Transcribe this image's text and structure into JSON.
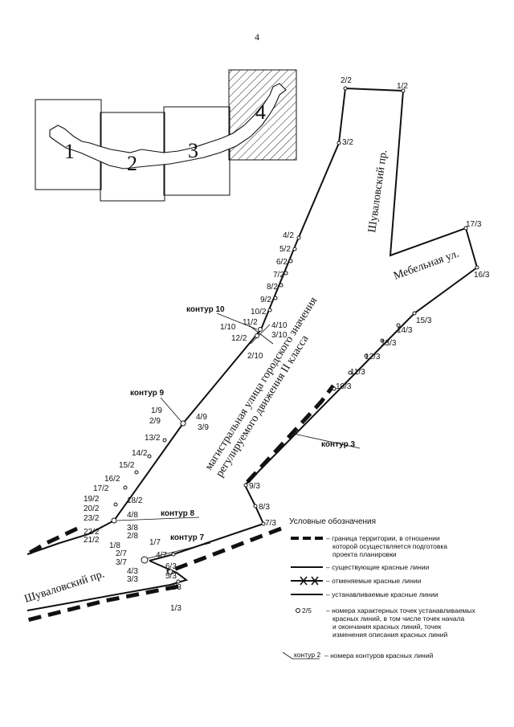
{
  "page_number": "4",
  "inset": {
    "sheets": [
      "1",
      "2",
      "3",
      "4"
    ]
  },
  "streets": {
    "shuvalovsky_east": "Шуваловский пр.",
    "shuvalovsky_west": "Шуваловский пр.",
    "mebelnaya": "Мебельная ул.",
    "main_line1": "магистральная улица городского значения",
    "main_line2": "регулируемого движения II класса"
  },
  "contours": {
    "c10": "контур 10",
    "c9": "контур 9",
    "c8": "контур 8",
    "c7": "контур 7",
    "c3": "контур 3"
  },
  "points": {
    "p2_2": "2/2",
    "p1_2": "1/2",
    "p3_2": "3/2",
    "p4_2": "4/2",
    "p5_2": "5/2",
    "p6_2": "6/2",
    "p7_2": "7/2",
    "p8_2": "8/2",
    "p9_2": "9/2",
    "p10_2": "10/2",
    "p11_2": "11/2",
    "p12_2": "12/2",
    "p13_2": "13/2",
    "p14_2": "14/2",
    "p15_2": "15/2",
    "p16_2": "16/2",
    "p17_2": "17/2",
    "p18_2": "18/2",
    "p19_2": "19/2",
    "p20_2": "20/2",
    "p21_2": "21/2",
    "p22_2": "22/2",
    "p23_2": "23/2",
    "p1_10": "1/10",
    "p2_10": "2/10",
    "p3_10": "3/10",
    "p4_10": "4/10",
    "p1_9": "1/9",
    "p2_9": "2/9",
    "p3_9": "3/9",
    "p4_9": "4/9",
    "p1_8": "1/8",
    "p2_8": "2/8",
    "p3_8": "3/8",
    "p4_8": "4/8",
    "p1_7": "1/7",
    "p2_7": "2/7",
    "p3_7": "3/7",
    "p4_7": "4/7",
    "p1_3": "1/3",
    "p2_3": "2/3",
    "p3_3": "3/3",
    "p4_3": "4/3",
    "p5_3": "5/3",
    "p6_3": "6/3",
    "p7_3": "7/3",
    "p8_3": "8/3",
    "p9_3": "9/3",
    "p10_3": "10/3",
    "p11_3": "11/3",
    "p12_3": "12/3",
    "p13_3": "13/3",
    "p14_3": "14/3",
    "p15_3": "15/3",
    "p16_3": "16/3",
    "p17_3": "17/3"
  },
  "legend": {
    "title": "Условные обозначения",
    "boundary_1": "– граница территории, в отношении",
    "boundary_2": "которой осуществляется подготовка",
    "boundary_3": "проекта планировки",
    "existing": "– существующие красные линии",
    "cancelled": "– отменяемые красные линии",
    "established": "– устанавливаемые красные линии",
    "points_1": "– номера характерных точек устанавливаемых",
    "points_2": "красных линий, в том числе точек начала",
    "points_3": "и окончания красных линий, точек",
    "points_4": "изменения описания красных линий",
    "point_sample": "2/5",
    "contour_sample": "контур 2",
    "contours_desc": "– номера контуров красных линий"
  }
}
